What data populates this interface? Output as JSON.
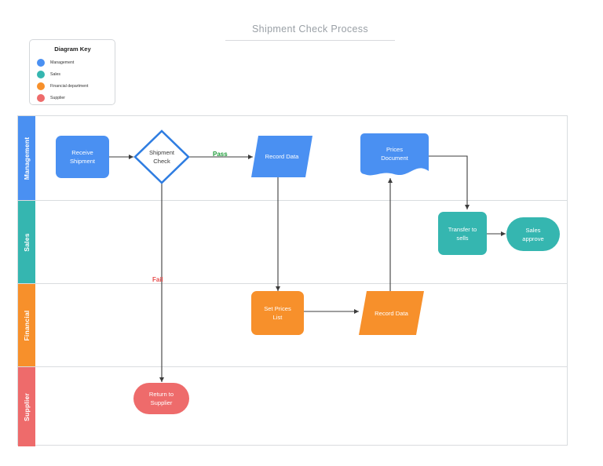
{
  "title": "Shipment Check Process",
  "legend": {
    "title": "Diagram Key",
    "items": [
      {
        "label": "Management",
        "color": "#4a90f2"
      },
      {
        "label": "Sales",
        "color": "#35b6b0"
      },
      {
        "label": "Financial department",
        "color": "#f7902b"
      },
      {
        "label": "Supplier",
        "color": "#ee6b6b"
      }
    ]
  },
  "lanes": [
    {
      "name": "Management",
      "color": "#4a90f2"
    },
    {
      "name": "Sales",
      "color": "#35b6b0"
    },
    {
      "name": "Financial",
      "color": "#f7902b"
    },
    {
      "name": "Supplier",
      "color": "#ee6b6b"
    }
  ],
  "nodes": [
    {
      "id": "receive-shipment",
      "label": "Receive\nShipment",
      "shape": "rounded-rect",
      "lane": "Management",
      "color": "#4a90f2"
    },
    {
      "id": "shipment-check",
      "label": "Shipment\nCheck",
      "shape": "diamond",
      "lane": "Management",
      "color": "#2f7de1"
    },
    {
      "id": "record-data-mgmt",
      "label": "Record Data",
      "shape": "parallelogram",
      "lane": "Management",
      "color": "#4a90f2"
    },
    {
      "id": "prices-document",
      "label": "Prices\nDocument",
      "shape": "document",
      "lane": "Management",
      "color": "#4a90f2"
    },
    {
      "id": "transfer-to-sells",
      "label": "Transfer to\nsells",
      "shape": "rounded-rect",
      "lane": "Sales",
      "color": "#35b6b0"
    },
    {
      "id": "sales-approve",
      "label": "Sales\napprove",
      "shape": "pill",
      "lane": "Sales",
      "color": "#35b6b0"
    },
    {
      "id": "set-prices-list",
      "label": "Set Prices\nList",
      "shape": "rounded-rect",
      "lane": "Financial",
      "color": "#f7902b"
    },
    {
      "id": "record-data-fin",
      "label": "Record Data",
      "shape": "parallelogram",
      "lane": "Financial",
      "color": "#f7902b"
    },
    {
      "id": "return-to-supplier",
      "label": "Return to\nSupplier",
      "shape": "pill",
      "lane": "Supplier",
      "color": "#ee6b6b"
    }
  ],
  "edge_labels": [
    {
      "id": "pass",
      "text": "Pass",
      "color": "#1f9d3a"
    },
    {
      "id": "fail",
      "text": "Fail",
      "color": "#e8504f"
    }
  ]
}
